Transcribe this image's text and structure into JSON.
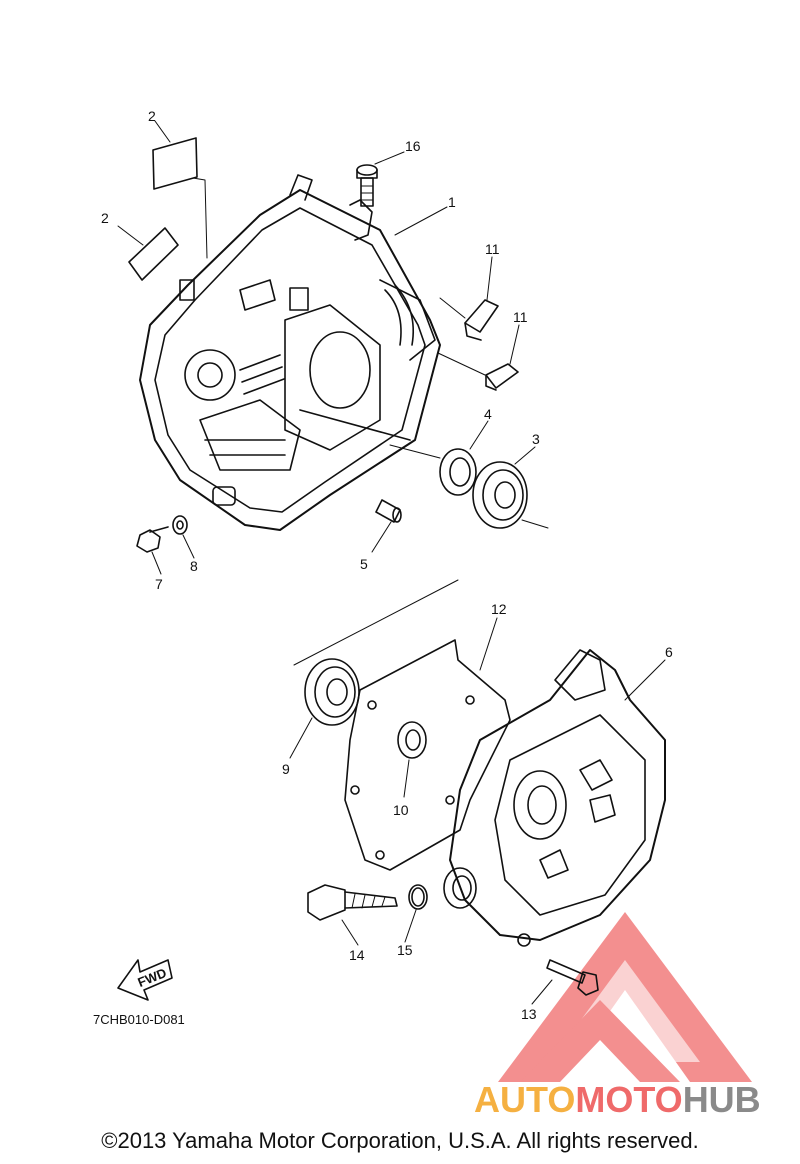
{
  "callouts": [
    "1",
    "2",
    "2",
    "3",
    "4",
    "5",
    "6",
    "7",
    "8",
    "9",
    "10",
    "11",
    "11",
    "12",
    "13",
    "14",
    "15",
    "16"
  ],
  "fwd_label": "FWD",
  "diagram_code": "7CHB010-D081",
  "copyright": "©2013 Yamaha Motor Corporation, U.S.A. All rights reserved.",
  "watermark": {
    "part1": "AUTO",
    "part2": "MOTO",
    "part3": "HUB",
    "colors": {
      "orange": "#f5b041",
      "red": "#ef6a6a",
      "gray": "#8a8a8a"
    }
  }
}
